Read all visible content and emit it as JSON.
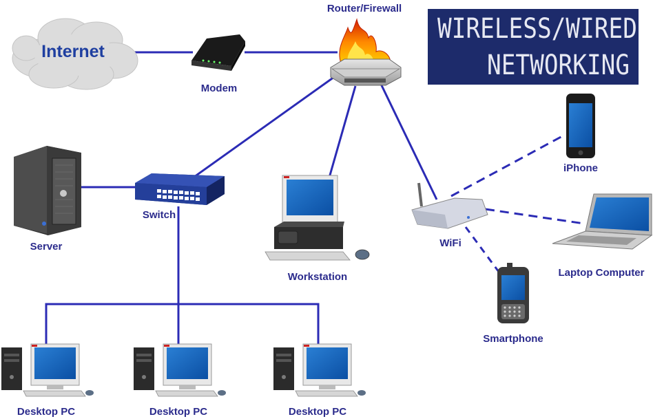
{
  "title": {
    "line1": "WIRELESS/WIRED",
    "line2": "NETWORKING"
  },
  "nodes": {
    "internet": "Internet",
    "modem": "Modem",
    "router": "Router/Firewall",
    "server": "Server",
    "switch": "Switch",
    "workstation": "Workstation",
    "wifi": "WiFi",
    "iphone": "iPhone",
    "laptop": "Laptop Computer",
    "smartphone": "Smartphone",
    "desktop1": "Desktop PC",
    "desktop2": "Desktop PC",
    "desktop3": "Desktop PC"
  },
  "links": [
    {
      "from": "internet",
      "to": "modem",
      "type": "wired"
    },
    {
      "from": "modem",
      "to": "router",
      "type": "wired"
    },
    {
      "from": "router",
      "to": "switch",
      "type": "wired"
    },
    {
      "from": "router",
      "to": "workstation",
      "type": "wired"
    },
    {
      "from": "router",
      "to": "wifi",
      "type": "wired"
    },
    {
      "from": "server",
      "to": "switch",
      "type": "wired"
    },
    {
      "from": "switch",
      "to": "desktop1",
      "type": "wired"
    },
    {
      "from": "switch",
      "to": "desktop2",
      "type": "wired"
    },
    {
      "from": "switch",
      "to": "desktop3",
      "type": "wired"
    },
    {
      "from": "wifi",
      "to": "iphone",
      "type": "wireless"
    },
    {
      "from": "wifi",
      "to": "laptop",
      "type": "wireless"
    },
    {
      "from": "wifi",
      "to": "smartphone",
      "type": "wireless"
    }
  ],
  "colors": {
    "link": "#2b2bb5",
    "label": "#2b2b8c",
    "banner_bg": "#1d2b6b",
    "banner_text": "#e6e8f2",
    "internet_text": "#1f3fa0"
  }
}
